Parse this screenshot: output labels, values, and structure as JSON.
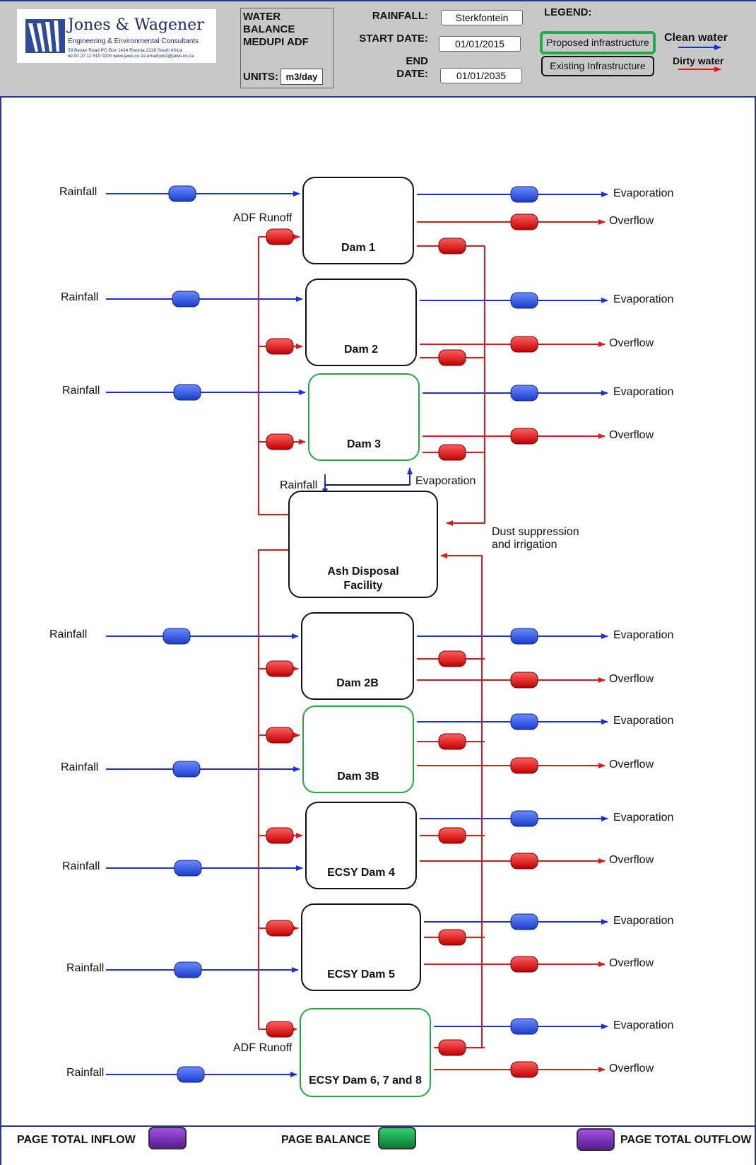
{
  "header": {
    "company": {
      "name": "Jones & Wagener",
      "subtitle": "Engineering & Environmental Consultants",
      "address": "59 Bevan Road  PO Box 1434  Rivonia 2128 South Africa",
      "contact": "tel:00 27 11 519 0200   www.jaws.co.za  email:post@jaws.co.za"
    },
    "title_lines": [
      "WATER",
      "BALANCE",
      "MEDUPI ADF"
    ],
    "units_label": "UNITS:",
    "units_value": "m3/day",
    "rainfall_label": "RAINFALL:",
    "rainfall_value": "Sterkfontein",
    "start_label": "START DATE:",
    "start_value": "01/01/2015",
    "end_label_1": "END",
    "end_label_2": "DATE:",
    "end_value": "01/01/2035",
    "legend_title": "LEGEND:",
    "legend_proposed": "Proposed infrastructure",
    "legend_existing": "Existing Infrastructure",
    "legend_clean": "Clean water",
    "legend_dirty": "Dirty water"
  },
  "labels": {
    "rainfall": "Rainfall",
    "evaporation": "Evaporation",
    "overflow": "Overflow",
    "adf_runoff": "ADF Runoff",
    "dust": [
      "Dust suppression",
      "and irrigation"
    ]
  },
  "ash_facility": {
    "name": [
      "Ash Disposal",
      "Facility"
    ],
    "rainfall": "Rainfall",
    "evaporation": "Evaporation"
  },
  "dams": [
    {
      "name": "Dam 1",
      "status": "existing"
    },
    {
      "name": "Dam 2",
      "status": "existing"
    },
    {
      "name": "Dam 3",
      "status": "proposed"
    },
    {
      "name": "Dam 2B",
      "status": "existing"
    },
    {
      "name": "Dam 3B",
      "status": "proposed"
    },
    {
      "name": "ECSY Dam 4",
      "status": "existing"
    },
    {
      "name": "ECSY Dam 5",
      "status": "existing"
    },
    {
      "name": "ECSY Dam 6, 7 and 8",
      "status": "proposed"
    }
  ],
  "footer": {
    "inflow": "PAGE TOTAL INFLOW",
    "balance": "PAGE BALANCE",
    "outflow": "PAGE TOTAL OUTFLOW"
  },
  "colors": {
    "clean": "#1a2ee6",
    "dirty": "#e41818",
    "proposed": "#22aa44",
    "existing": "#111111",
    "water": "#7fd4f4",
    "embankment": "#d9a030",
    "footer_flow": "#7a2aa8",
    "footer_balance": "#18a040"
  }
}
